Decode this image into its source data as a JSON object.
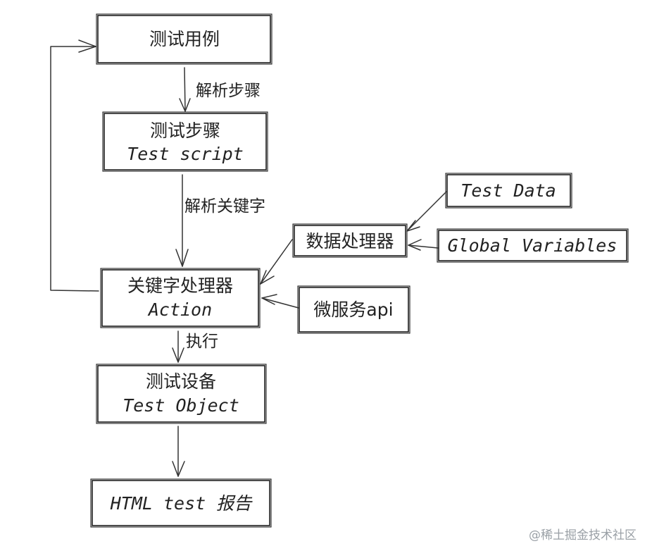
{
  "nodes": {
    "test_case": {
      "label": "测试用例"
    },
    "test_steps": {
      "label": "测试步骤",
      "sublabel": "Test script"
    },
    "keyword_processor": {
      "label": "关键字处理器",
      "sublabel": "Action"
    },
    "data_processor": {
      "label": "数据处理器"
    },
    "test_data": {
      "label": "Test Data"
    },
    "global_variables": {
      "label": "Global Variables"
    },
    "microservice_api": {
      "label": "微服务api"
    },
    "test_device": {
      "label": "测试设备",
      "sublabel": "Test Object"
    },
    "html_report": {
      "label": "HTML test 报告"
    }
  },
  "edges": {
    "parse_steps": {
      "label": "解析步骤"
    },
    "parse_keywords": {
      "label": "解析关键字"
    },
    "execute": {
      "label": "执行"
    }
  },
  "watermark": "@稀土掘金技术社区"
}
